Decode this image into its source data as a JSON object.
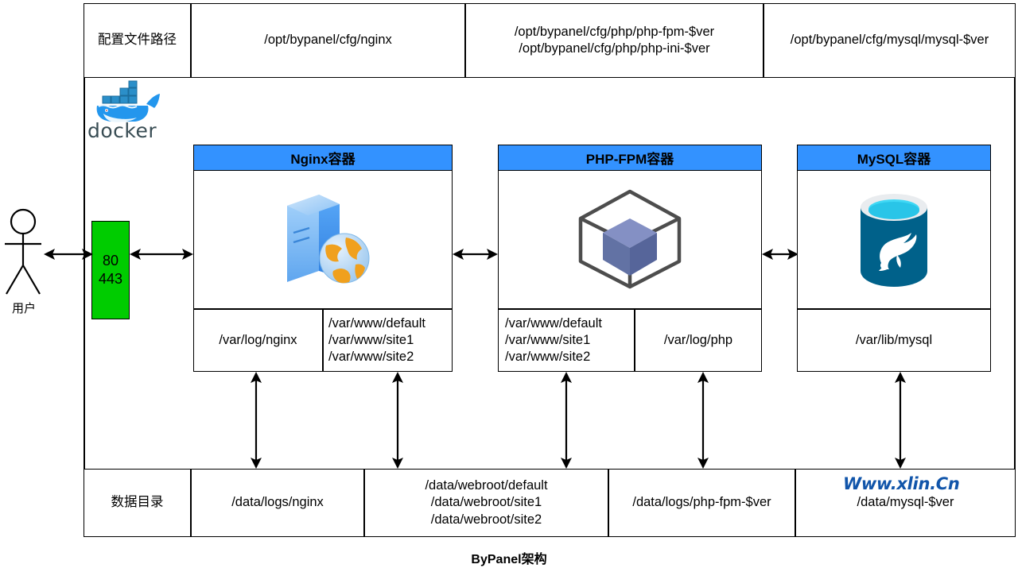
{
  "diagram": {
    "caption": "ByPanel架构",
    "watermark": "Www.xlin.Cn",
    "docker_label": "docker",
    "actor_label": "用户"
  },
  "config_row": {
    "label": "配置文件路径",
    "cells": [
      {
        "lines": [
          "/opt/bypanel/cfg/nginx"
        ]
      },
      {
        "lines": [
          "/opt/bypanel/cfg/php/php-fpm-$ver",
          "/opt/bypanel/cfg/php/php-ini-$ver"
        ]
      },
      {
        "lines": [
          "/opt/bypanel/cfg/mysql/mysql-$ver"
        ]
      }
    ]
  },
  "ports_box": {
    "lines": [
      "80",
      "443"
    ]
  },
  "containers": [
    {
      "title": "Nginx容器",
      "icon": "nginx-server-globe-icon",
      "mounts": [
        {
          "lines": [
            "/var/log/nginx"
          ]
        },
        {
          "lines": [
            "/var/www/default",
            "/var/www/site1",
            "/var/www/site2"
          ]
        }
      ]
    },
    {
      "title": "PHP-FPM容器",
      "icon": "php-cube-icon",
      "mounts": [
        {
          "lines": [
            "/var/www/default",
            "/var/www/site1",
            "/var/www/site2"
          ]
        },
        {
          "lines": [
            "/var/log/php"
          ]
        }
      ]
    },
    {
      "title": "MySQL容器",
      "icon": "mysql-dolphin-cylinder-icon",
      "mounts": [
        {
          "lines": [
            "/var/lib/mysql"
          ]
        }
      ]
    }
  ],
  "data_row": {
    "label": "数据目录",
    "cells": [
      {
        "lines": [
          "/data/logs/nginx"
        ]
      },
      {
        "lines": [
          "/data/webroot/default",
          "/data/webroot/site1",
          "/data/webroot/site2"
        ]
      },
      {
        "lines": [
          "/data/logs/php-fpm-$ver"
        ]
      },
      {
        "lines": [
          "/data/mysql-$ver"
        ]
      }
    ]
  },
  "colors": {
    "container_header": "#3392ff",
    "ports_box": "#00cc00",
    "watermark": "#1155aa",
    "docker_teal": "#2396ed",
    "php_cube": "#6272a4",
    "mysql_blue": "#00618a"
  }
}
